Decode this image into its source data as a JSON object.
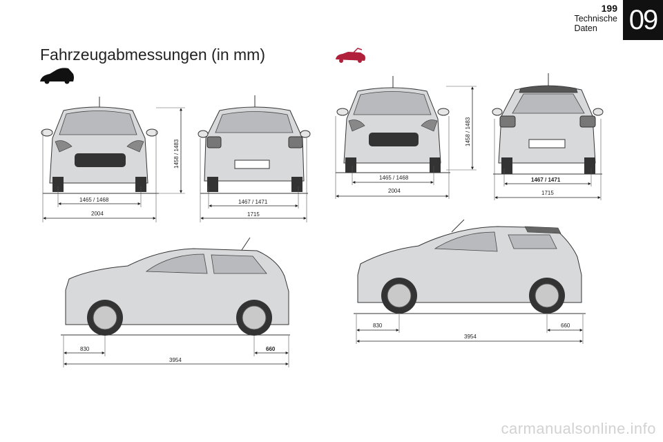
{
  "header": {
    "page_number": "199",
    "section": "Technische Daten",
    "chapter": "09"
  },
  "title": "Fahrzeugabmessungen (in mm)",
  "watermark": "carmanualsonline.info",
  "hatchback": {
    "front": {
      "height": "1458 / 1483",
      "track": "1465 / 1468",
      "width_mirrors": "2004"
    },
    "rear": {
      "track": "1467 / 1471",
      "width": "1715"
    },
    "side": {
      "front_overhang": "830",
      "rear_overhang": "660",
      "length": "3954"
    }
  },
  "cabrio": {
    "front": {
      "height": "1458 / 1483",
      "track": "1465 / 1468",
      "width_mirrors": "2004"
    },
    "rear": {
      "track": "1467 / 1471",
      "width": "1715"
    },
    "side": {
      "front_overhang": "830",
      "rear_overhang": "660",
      "length": "3954"
    }
  },
  "icons": {
    "hatchback": "car-hatchback-icon",
    "cabrio": "car-cabrio-icon"
  },
  "colors": {
    "cabrio_icon": "#b0203a",
    "chapter_bg": "#111111"
  }
}
